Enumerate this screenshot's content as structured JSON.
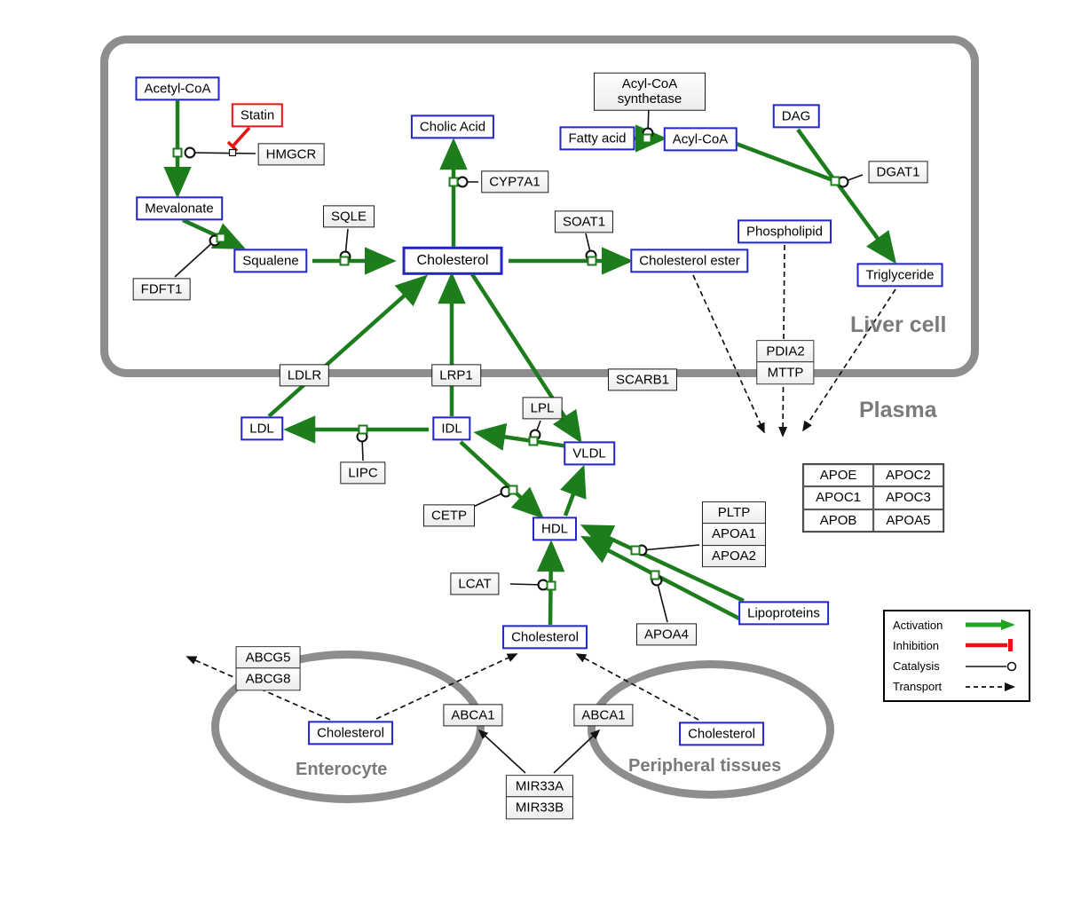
{
  "colors": {
    "activation_green": "#1d7d1d",
    "inhibition_red": "#e81313",
    "metabolite_border_blue": "#2424cc",
    "membrane_gray": "#8d8d8d",
    "compartment_label_gray": "#7a7a7a"
  },
  "compartments": {
    "liver": "Liver cell",
    "plasma": "Plasma",
    "enterocyte": "Enterocyte",
    "peripheral": "Peripheral tissues"
  },
  "nodes": {
    "acetyl_coa": "Acetyl-CoA",
    "statin": "Statin",
    "hmgcr": "HMGCR",
    "mevalonate": "Mevalonate",
    "fdft1": "FDFT1",
    "squalene": "Squalene",
    "sqle": "SQLE",
    "cholesterol_liver": "Cholesterol",
    "cholic_acid": "Cholic Acid",
    "cyp7a1": "CYP7A1",
    "soat1": "SOAT1",
    "cholesterol_ester": "Cholesterol ester",
    "acyl_coa_synthetase": "Acyl-CoA synthetase",
    "fatty_acid": "Fatty acid",
    "acyl_coa": "Acyl-CoA",
    "dag": "DAG",
    "dgat1": "DGAT1",
    "phospholipid": "Phospholipid",
    "triglyceride": "Triglyceride",
    "ldlr": "LDLR",
    "lrp1": "LRP1",
    "scarb1": "SCARB1",
    "pdia2": "PDIA2",
    "mttp": "MTTP",
    "ldl": "LDL",
    "idl": "IDL",
    "lipc": "LIPC",
    "lpl": "LPL",
    "vldl": "VLDL",
    "cetp": "CETP",
    "hdl": "HDL",
    "lcat": "LCAT",
    "pltp": "PLTP",
    "apoa1": "APOA1",
    "apoa2": "APOA2",
    "apoa4": "APOA4",
    "lipoproteins": "Lipoproteins",
    "cholesterol_plasma": "Cholesterol",
    "abcg5": "ABCG5",
    "abcg8": "ABCG8",
    "cholesterol_enterocyte": "Cholesterol",
    "abca1_left": "ABCA1",
    "abca1_right": "ABCA1",
    "cholesterol_peripheral": "Cholesterol",
    "mir33a": "MIR33A",
    "mir33b": "MIR33B"
  },
  "apo_table": {
    "rows": [
      [
        "APOE",
        "APOC2"
      ],
      [
        "APOC1",
        "APOC3"
      ],
      [
        "APOB",
        "APOA5"
      ]
    ]
  },
  "legend": {
    "items": [
      {
        "label": "Activation",
        "type": "activation"
      },
      {
        "label": "Inhibition",
        "type": "inhibition"
      },
      {
        "label": "Catalysis",
        "type": "catalysis"
      },
      {
        "label": "Transport",
        "type": "transport"
      }
    ]
  }
}
